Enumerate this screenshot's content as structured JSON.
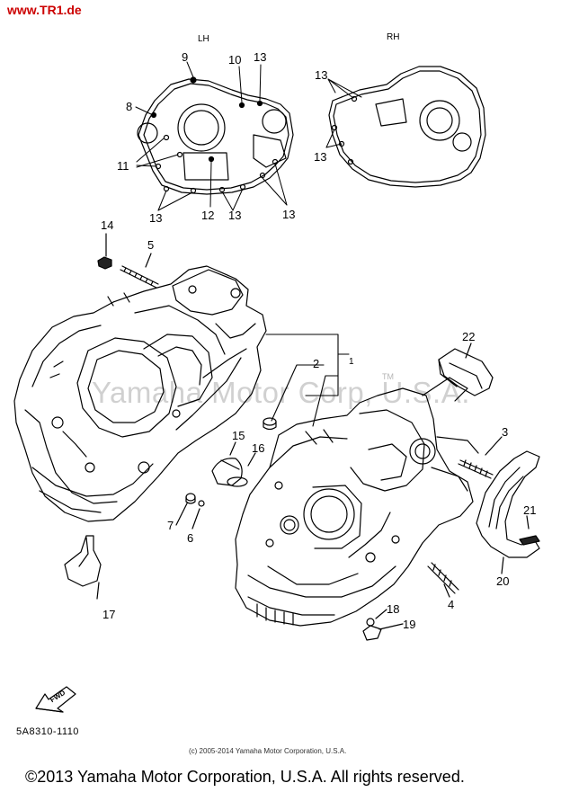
{
  "site_link": "www.TR1.de",
  "sides": {
    "left": "LH",
    "right": "RH"
  },
  "parts": [
    {
      "id": "p1",
      "num": "1"
    },
    {
      "id": "p2",
      "num": "2"
    },
    {
      "id": "p3",
      "num": "3"
    },
    {
      "id": "p4",
      "num": "4"
    },
    {
      "id": "p5",
      "num": "5"
    },
    {
      "id": "p6",
      "num": "6"
    },
    {
      "id": "p7",
      "num": "7"
    },
    {
      "id": "p8",
      "num": "8"
    },
    {
      "id": "p9",
      "num": "9"
    },
    {
      "id": "p10",
      "num": "10"
    },
    {
      "id": "p11",
      "num": "11"
    },
    {
      "id": "p12",
      "num": "12"
    },
    {
      "id": "p13",
      "num": "13"
    },
    {
      "id": "p14",
      "num": "14"
    },
    {
      "id": "p15",
      "num": "15"
    },
    {
      "id": "p16",
      "num": "16"
    },
    {
      "id": "p17",
      "num": "17"
    },
    {
      "id": "p18",
      "num": "18"
    },
    {
      "id": "p19",
      "num": "19"
    },
    {
      "id": "p20",
      "num": "20"
    },
    {
      "id": "p21",
      "num": "21"
    },
    {
      "id": "p22",
      "num": "22"
    }
  ],
  "watermark": "Yamaha Motor Corp, U.S.A.",
  "trademark": "TM",
  "fwd_label": "FWD",
  "diagram_code": "5A8310-1110",
  "small_copyright": "(c) 2005-2014 Yamaha Motor Corporation, U.S.A.",
  "footer_copyright": "©2013 Yamaha Motor Corporation, U.S.A. All rights reserved."
}
